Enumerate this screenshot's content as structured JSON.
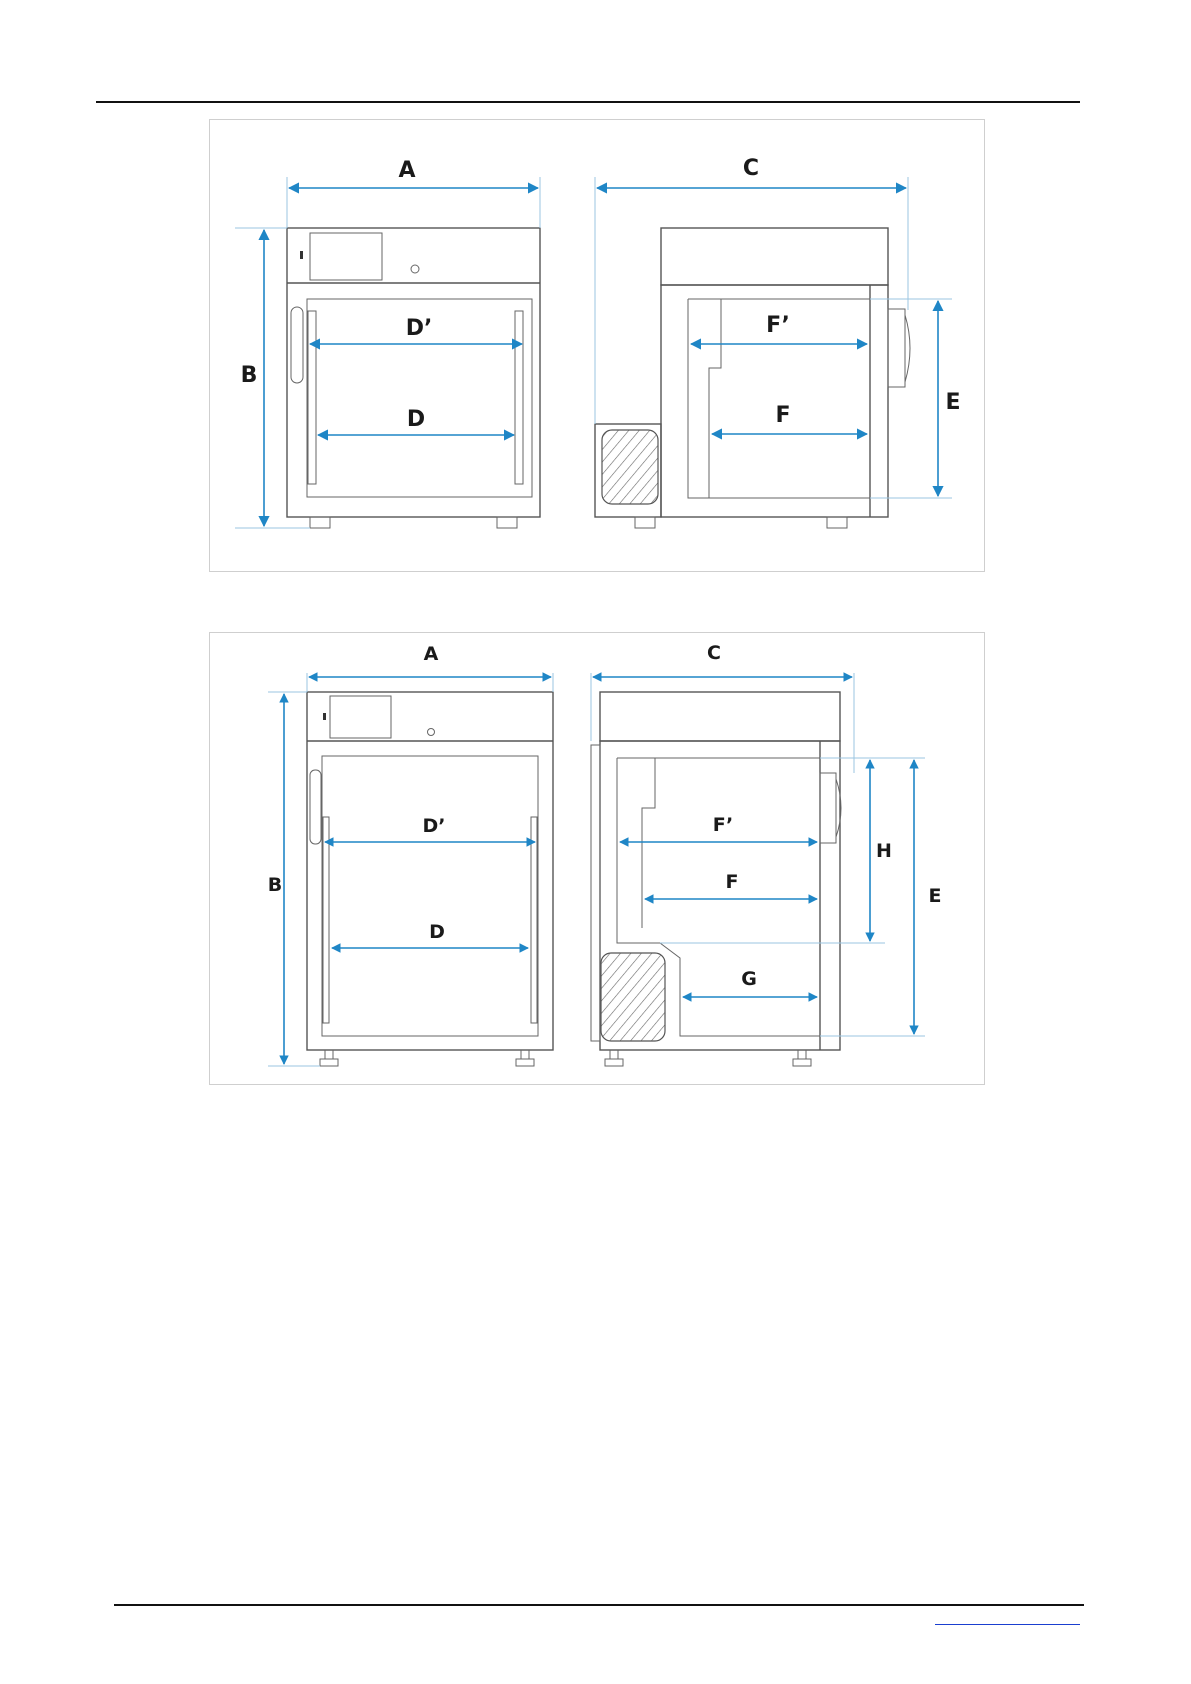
{
  "figure_top": {
    "front_labels": {
      "width": "A",
      "height": "B",
      "inner_width_top": "D’",
      "inner_width": "D"
    },
    "side_labels": {
      "depth": "C",
      "inner_height": "E",
      "inner_depth_top": "F’",
      "inner_depth": "F"
    }
  },
  "figure_bottom": {
    "front_labels": {
      "width": "A",
      "height": "B",
      "inner_width_top": "D’",
      "inner_width": "D"
    },
    "side_labels": {
      "depth": "C",
      "inner_height": "E",
      "upper_height": "H",
      "inner_depth_top": "F’",
      "inner_depth": "F",
      "lower_depth": "G"
    }
  },
  "colors": {
    "dimension": "#1f86c6",
    "outline": "#555555",
    "footer_link": "#1a3fd0"
  }
}
